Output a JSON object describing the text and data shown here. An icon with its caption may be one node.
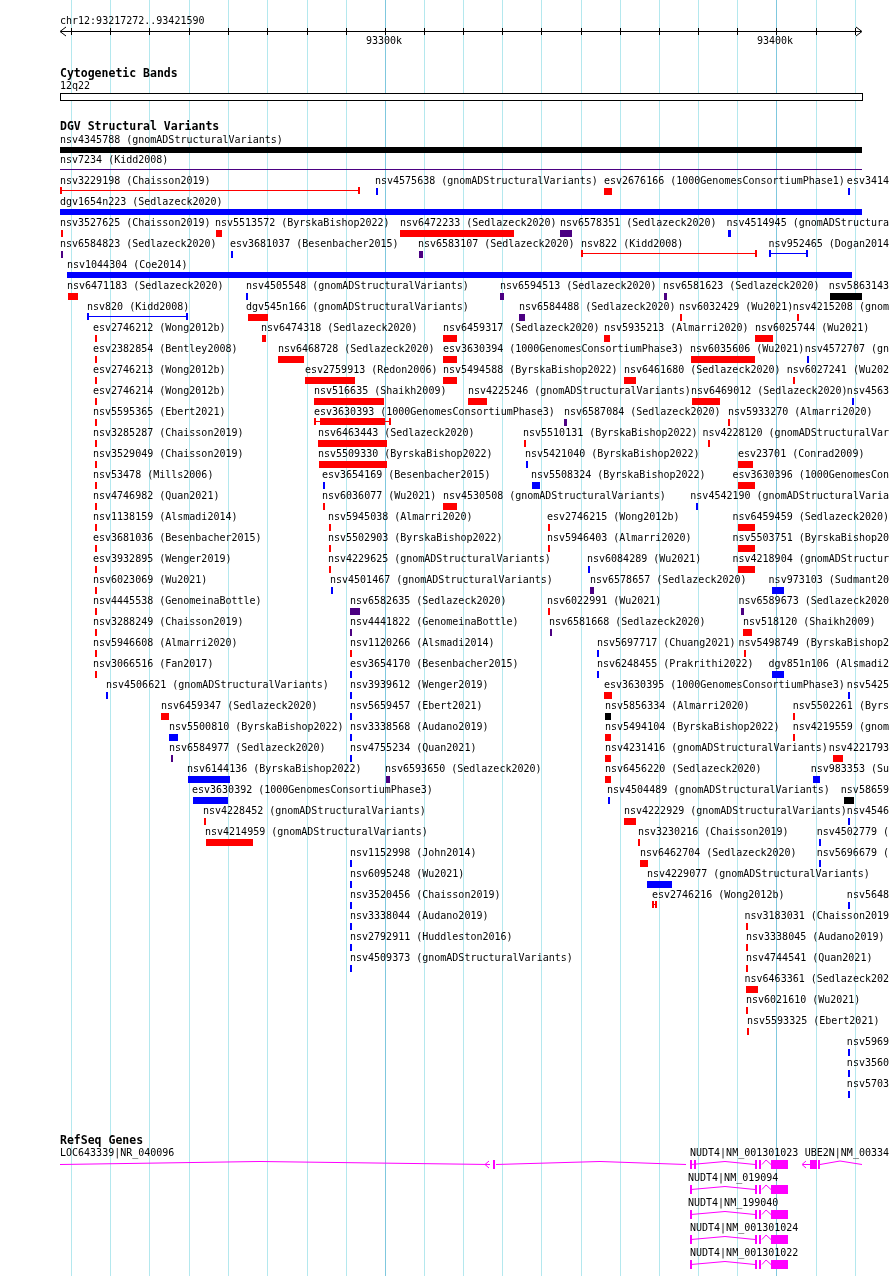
{
  "diagram": {
    "labels": [
      "chr12:93217272..93421590",
      "93300k",
      "93400k",
      "Cytogenetic Bands",
      "12q22",
      "DGV Structural Variants",
      "nsv4345788 (gnomADStructuralVariants)",
      "nsv7234 (Kidd2008)",
      "nsv3229198 (Chaisson2019)",
      "nsv4575638 (gnomADStructuralVariants)",
      "esv2676166 (1000GenomesConsortiumPhase1)",
      "esv3414",
      "dgv1654n223 (Sedlazeck2020)",
      "nsv3527625 (Chaisson2019)",
      "nsv5513572 (ByrskaBishop2022)",
      "nsv6472233 (Sedlazeck2020)",
      "nsv6578351 (Sedlazeck2020)",
      "nsv4514945 (gnomADStructura",
      "nsv6584823 (Sedlazeck2020)",
      "esv3681037 (Besenbacher2015)",
      "nsv6583107 (Sedlazeck2020)",
      "nsv822 (Kidd2008)",
      "nsv952465 (Dogan2014",
      "nsv1044304 (Coe2014)",
      "nsv6471183 (Sedlazeck2020)",
      "nsv4505548 (gnomADStructuralVariants)",
      "nsv6594513 (Sedlazeck2020)",
      "nsv6581623 (Sedlazeck2020)",
      "nsv5863143",
      "nsv820 (Kidd2008)",
      "dgv545n166 (gnomADStructuralVariants)",
      "nsv6584488 (Sedlazeck2020)",
      "nsv6032429 (Wu2021)",
      "nsv4215208 (gnom",
      "esv2746212 (Wong2012b)",
      "nsv6474318 (Sedlazeck2020)",
      "nsv6459317 (Sedlazeck2020)",
      "nsv5935213 (Almarri2020)",
      "nsv6025744 (Wu2021)",
      "esv2382854 (Bentley2008)",
      "nsv6468728 (Sedlazeck2020)",
      "esv3630394 (1000GenomesConsortiumPhase3)",
      "nsv6035606 (Wu2021)",
      "nsv4572707 (gn",
      "esv2746213 (Wong2012b)",
      "esv2759913 (Redon2006)",
      "nsv5494588 (ByrskaBishop2022)",
      "nsv6461680 (Sedlazeck2020)",
      "nsv6027241 (Wu202",
      "esv2746214 (Wong2012b)",
      "nsv516635 (Shaikh2009)",
      "nsv4225246 (gnomADStructuralVariants)",
      "nsv6469012 (Sedlazeck2020)",
      "nsv4563",
      "nsv5595365 (Ebert2021)",
      "esv3630393 (1000GenomesConsortiumPhase3)",
      "nsv6587084 (Sedlazeck2020)",
      "nsv5933270 (Almarri2020)",
      "nsv3285287 (Chaisson2019)",
      "nsv6463443 (Sedlazeck2020)",
      "nsv5510131 (ByrskaBishop2022)",
      "nsv4228120 (gnomADStructuralVar",
      "nsv3529049 (Chaisson2019)",
      "nsv5509330 (ByrskaBishop2022)",
      "nsv5421040 (ByrskaBishop2022)",
      "esv23701 (Conrad2009)",
      "nsv53478 (Mills2006)",
      "esv3654169 (Besenbacher2015)",
      "nsv5508324 (ByrskaBishop2022)",
      "esv3630396 (1000GenomesCon",
      "nsv4746982 (Quan2021)",
      "nsv6036077 (Wu2021)",
      "nsv4530508 (gnomADStructuralVariants)",
      "nsv4542190 (gnomADStructuralVaria",
      "nsv1138159 (Alsmadi2014)",
      "nsv5945038 (Almarri2020)",
      "esv2746215 (Wong2012b)",
      "nsv6459459 (Sedlazeck2020)",
      "esv3681036 (Besenbacher2015)",
      "nsv5502903 (ByrskaBishop2022)",
      "nsv5946403 (Almarri2020)",
      "nsv5503751 (ByrskaBishop20",
      "esv3932895 (Wenger2019)",
      "nsv4229625 (gnomADStructuralVariants)",
      "nsv6084289 (Wu2021)",
      "nsv4218904 (gnomADStructur",
      "nsv6023069 (Wu2021)",
      "nsv4501467 (gnomADStructuralVariants)",
      "nsv6578657 (Sedlazeck2020)",
      "nsv973103 (Sudmant20",
      "nsv4445538 (GenomeinaBottle)",
      "nsv6582635 (Sedlazeck2020)",
      "nsv6022991 (Wu2021)",
      "nsv6589673 (Sedlazeck2020",
      "nsv3288249 (Chaisson2019)",
      "nsv4441822 (GenomeinaBottle)",
      "nsv6581668 (Sedlazeck2020)",
      "nsv518120 (Shaikh2009)",
      "nsv5946608 (Almarri2020)",
      "nsv1120266 (Alsmadi2014)",
      "nsv5697717 (Chuang2021)",
      "nsv5498749 (ByrskaBishop2",
      "nsv3066516 (Fan2017)",
      "esv3654170 (Besenbacher2015)",
      "nsv6248455 (Prakrithi2022)",
      "dgv851n106 (Alsmadi2",
      "nsv4506621 (gnomADStructuralVariants)",
      "nsv3939612 (Wenger2019)",
      "esv3630395 (1000GenomesConsortiumPhase3)",
      "nsv5425",
      "nsv6459347 (Sedlazeck2020)",
      "nsv5659457 (Ebert2021)",
      "nsv5856334 (Almarri2020)",
      "nsv5502261 (Byrs",
      "nsv5500810 (ByrskaBishop2022)",
      "nsv3338568 (Audano2019)",
      "nsv5494104 (ByrskaBishop2022)",
      "nsv4219559 (gnom",
      "nsv6584977 (Sedlazeck2020)",
      "nsv4755234 (Quan2021)",
      "nsv4231416 (gnomADStructuralVariants)",
      "nsv4221793",
      "nsv6144136 (ByrskaBishop2022)",
      "nsv6593650 (Sedlazeck2020)",
      "nsv6456220 (Sedlazeck2020)",
      "nsv983353 (Su",
      "esv3630392 (1000GenomesConsortiumPhase3)",
      "nsv4504489 (gnomADStructuralVariants)",
      "nsv58659",
      "nsv4228452 (gnomADStructuralVariants)",
      "nsv4222929 (gnomADStructuralVariants)",
      "nsv4546",
      "nsv4214959 (gnomADStructuralVariants)",
      "nsv3230216 (Chaisson2019)",
      "nsv4502779 (",
      "nsv1152998 (John2014)",
      "nsv6462704 (Sedlazeck2020)",
      "nsv5696679 (",
      "nsv6095248 (Wu2021)",
      "nsv4229077 (gnomADStructuralVariants)",
      "nsv3520456 (Chaisson2019)",
      "esv2746216 (Wong2012b)",
      "nsv5648",
      "nsv3338044 (Audano2019)",
      "nsv3183031 (Chaisson2019",
      "nsv2792911 (Huddleston2016)",
      "nsv3338045 (Audano2019)",
      "nsv4509373 (gnomADStructuralVariants)",
      "nsv4744541 (Quan2021)",
      "nsv6463361 (Sedlazeck202",
      "nsv6021610 (Wu2021)",
      "nsv5593325 (Ebert2021)",
      "nsv5969",
      "nsv3560",
      "nsv5703",
      "RefSeq Genes",
      "LOC643339|NR_040096",
      "NUDT4|NM_001301023",
      "UBE2N|NM_00334",
      "NUDT4|NM_019094",
      "NUDT4|NM_199040",
      "NUDT4|NM_001301024",
      "NUDT4|NM_001301022"
    ]
  }
}
